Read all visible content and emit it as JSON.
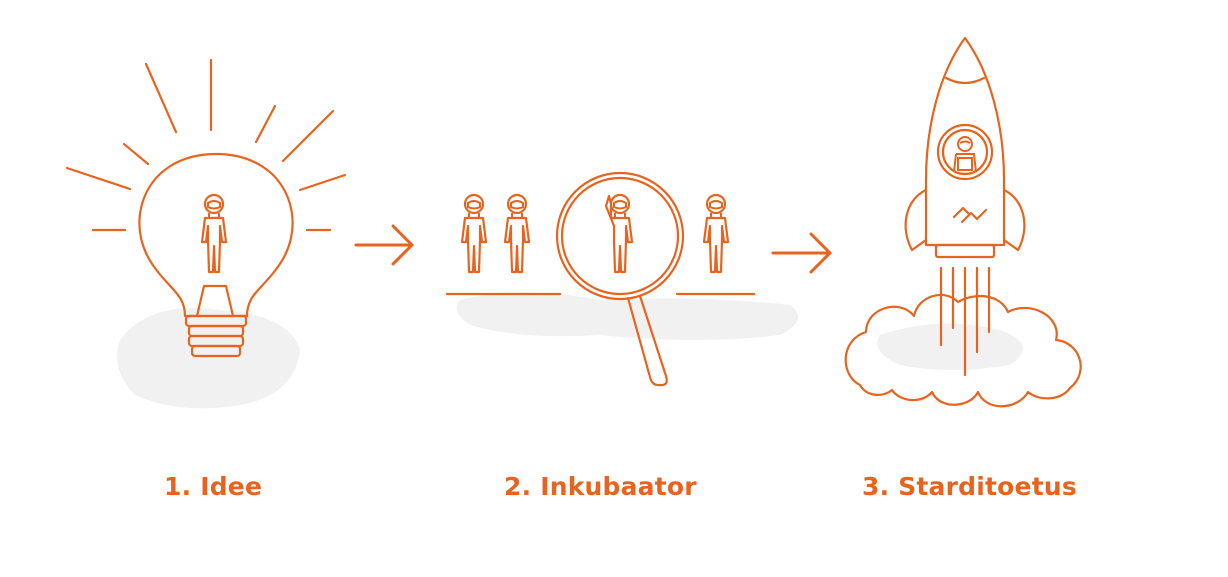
{
  "colors": {
    "accent": "#e8641e",
    "smudge": "#f0f0f0"
  },
  "steps": [
    {
      "label": "1. Idee",
      "icon": "lightbulb-icon"
    },
    {
      "label": "2. Inkubaator",
      "icon": "magnifier-icon"
    },
    {
      "label": "3. Starditoetus",
      "icon": "rocket-icon"
    }
  ],
  "connectors": [
    "arrow-right-icon",
    "arrow-right-icon"
  ]
}
